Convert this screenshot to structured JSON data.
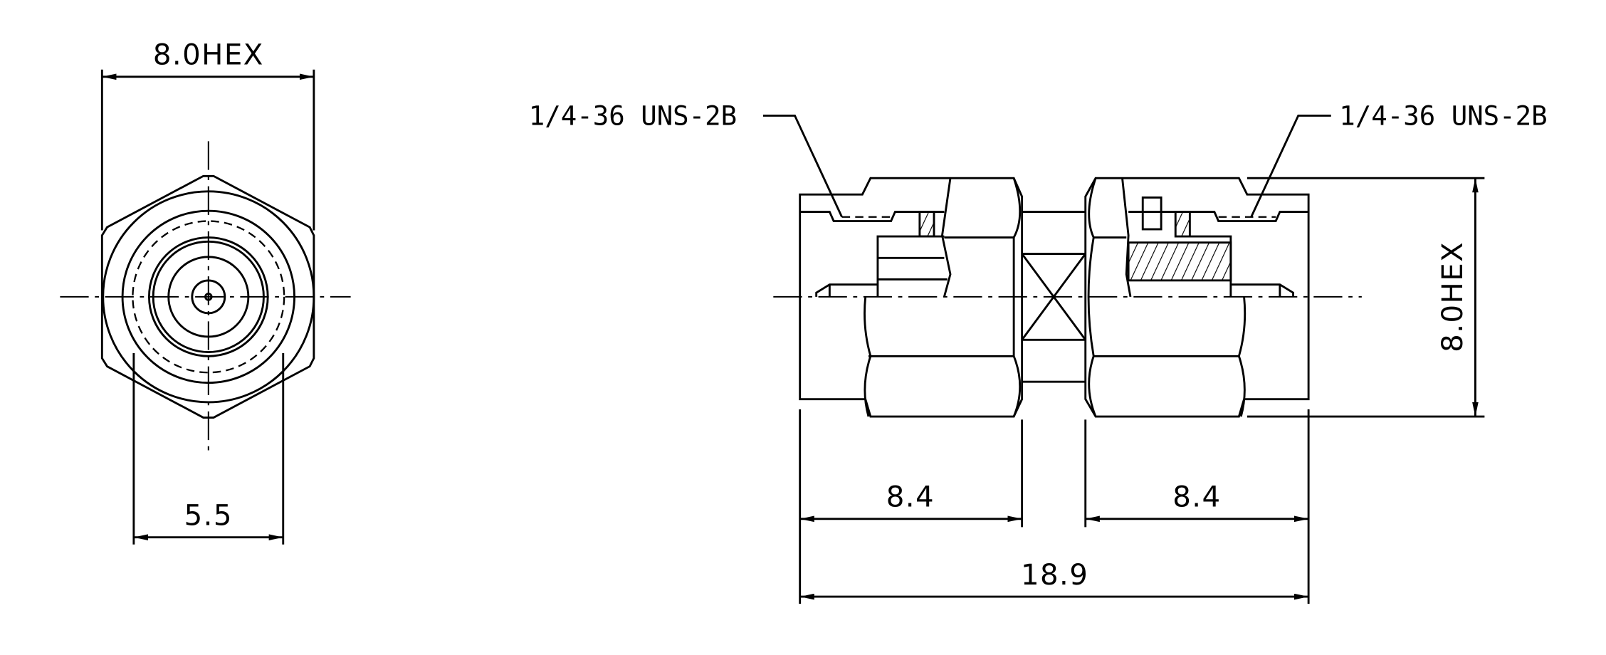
{
  "front_view": {
    "hex_dimension": "8.0HEX",
    "bore_dimension": "5.5"
  },
  "side_view": {
    "thread_left": "1/4-36 UNS-2B",
    "thread_right": "1/4-36 UNS-2B",
    "hex_dimension": "8.0HEX",
    "left_length": "8.4",
    "right_length": "8.4",
    "overall_length": "18.9"
  }
}
